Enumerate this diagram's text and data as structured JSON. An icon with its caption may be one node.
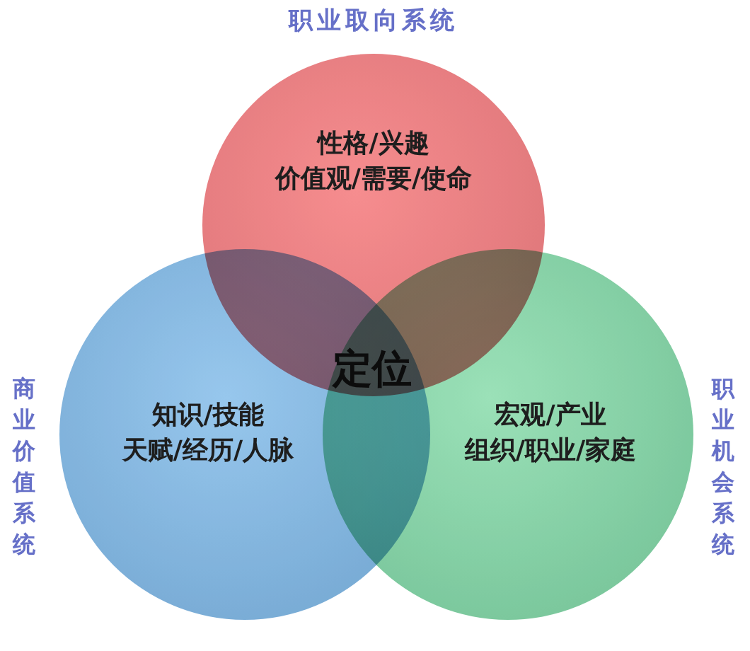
{
  "diagram": {
    "nodes": [
      {
        "text": [
          "职业取向系统",
          "性格/兴趣",
          "价值观/需要/使命"
        ]
      },
      {
        "text": [
          "商业价值系统",
          "知识/技能",
          "天赋/经历/人脉"
        ]
      },
      {
        "text": [
          "宏观/产业",
          "组织/职业/家庭",
          "职业机会系统"
        ]
      }
    ],
    "labels": [
      "定位"
    ]
  }
}
